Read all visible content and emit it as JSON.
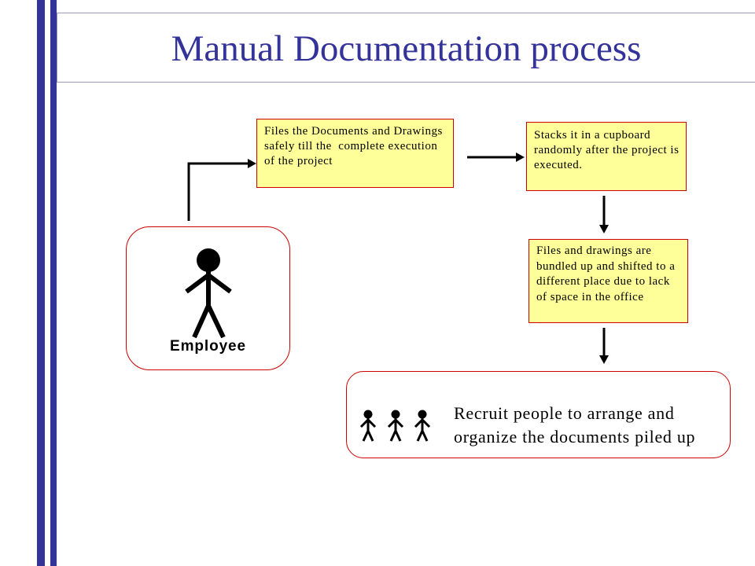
{
  "slide": {
    "title": "Manual Documentation process"
  },
  "colors": {
    "title": "#333399",
    "bars": "#333399",
    "box_fill": "#FFFF99",
    "box_border": "#CC0000",
    "connector": "#000000"
  },
  "actor": {
    "label": "Employee",
    "icon": "stick-figure-icon"
  },
  "steps": [
    {
      "lines": [
        "Files the Documents and Drawings",
        "safely till the  complete execution",
        "of the project"
      ]
    },
    {
      "lines": [
        "Stacks it in a cupboard",
        "randomly after the project is",
        "executed."
      ]
    },
    {
      "lines": [
        "Files and drawings are",
        "bundled up and shifted to a",
        "different place due to lack",
        "of space in the office"
      ]
    }
  ],
  "outcome": {
    "icon": "group-of-people-icon",
    "lines": [
      "Recruit people to arrange and",
      "organize the documents piled up"
    ]
  }
}
